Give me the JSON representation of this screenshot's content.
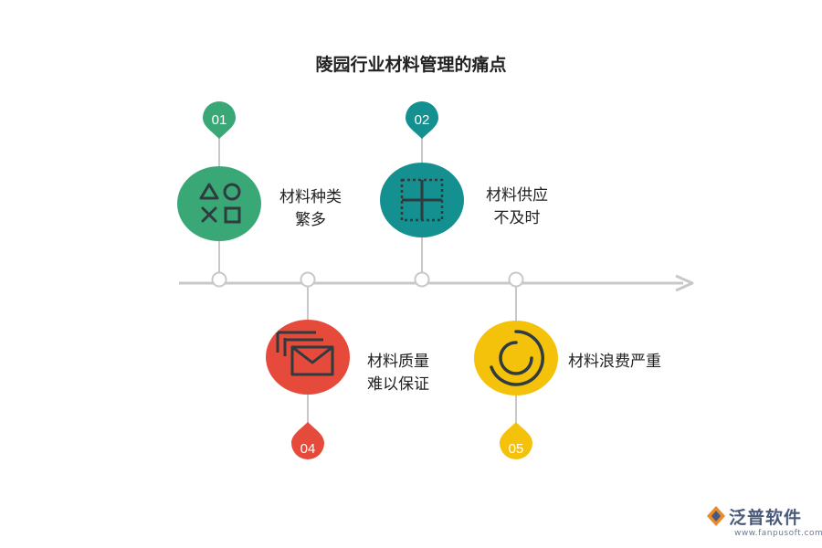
{
  "title": "陵园行业材料管理的痛点",
  "items": [
    {
      "number": "01",
      "line1": "材料种类",
      "line2": "繁多",
      "color": "#3aa876",
      "icon": "shapes-icon"
    },
    {
      "number": "02",
      "line1": "材料供应",
      "line2": "不及时",
      "color": "#13908f",
      "icon": "grid-icon"
    },
    {
      "number": "04",
      "line1": "材料质量",
      "line2": "难以保证",
      "color": "#e64a3b",
      "icon": "mail-icon"
    },
    {
      "number": "05",
      "line1": "材料浪费严重",
      "line2": "",
      "color": "#f5c20b",
      "icon": "circle-icon"
    }
  ],
  "logo": {
    "name": "泛普软件",
    "url": "www.fanpusoft.com"
  }
}
